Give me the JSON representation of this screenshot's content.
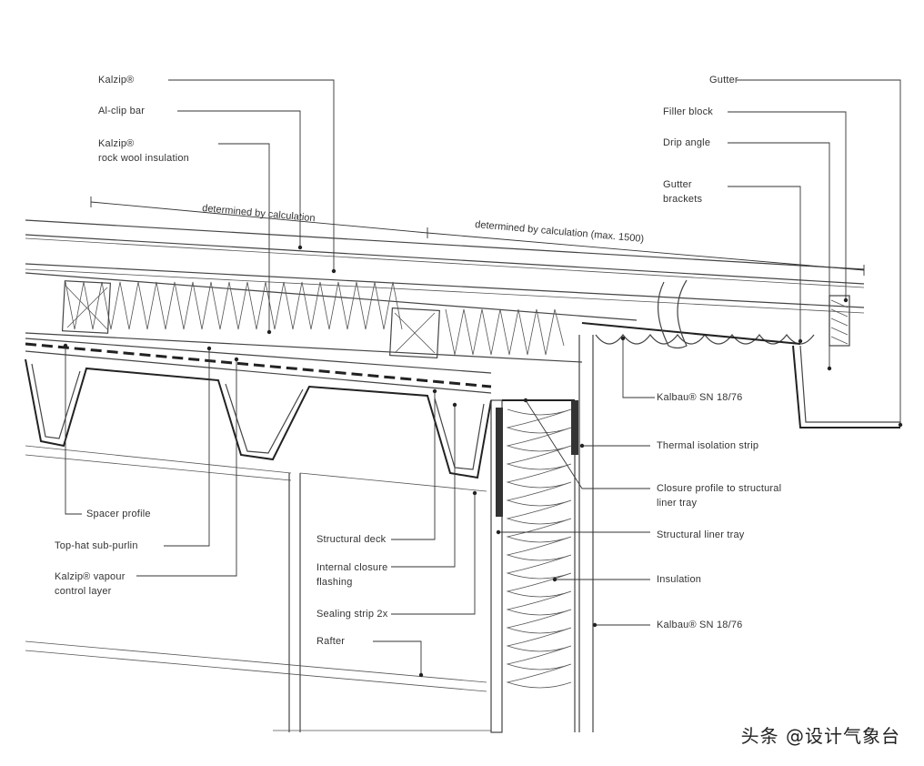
{
  "labels_left_top": {
    "kalzip": "Kalzip®",
    "al_clip_bar": "Al-clip bar",
    "kalzip_rock_wool_1": "Kalzip®",
    "kalzip_rock_wool_2": "rock wool insulation"
  },
  "labels_right_top": {
    "gutter": "Gutter",
    "filler_block": "Filler block",
    "drip_angle": "Drip angle",
    "gutter_brackets_1": "Gutter",
    "gutter_brackets_2": "brackets"
  },
  "dimensions": {
    "dim_1": "determined by calculation",
    "dim_2": "determined by calculation (max. 1500)"
  },
  "labels_right": {
    "kalbau_1": "Kalbau® SN 18/76",
    "thermal_isolation_strip": "Thermal isolation strip",
    "closure_profile_1": "Closure profile to structural",
    "closure_profile_2": "liner tray",
    "structural_liner_tray": "Structural liner tray",
    "insulation": "Insulation",
    "kalbau_2": "Kalbau® SN 18/76"
  },
  "labels_bottom_left": {
    "spacer_profile": "Spacer profile",
    "top_hat_sub_purlin": "Top-hat sub-purlin",
    "vapour_1": "Kalzip® vapour",
    "vapour_2": "control layer"
  },
  "labels_bottom_mid": {
    "structural_deck": "Structural deck",
    "internal_closure_1": "Internal closure",
    "internal_closure_2": "flashing",
    "sealing_strip": "Sealing strip 2x",
    "rafter": "Rafter"
  },
  "watermark": "头条 @设计气象台"
}
